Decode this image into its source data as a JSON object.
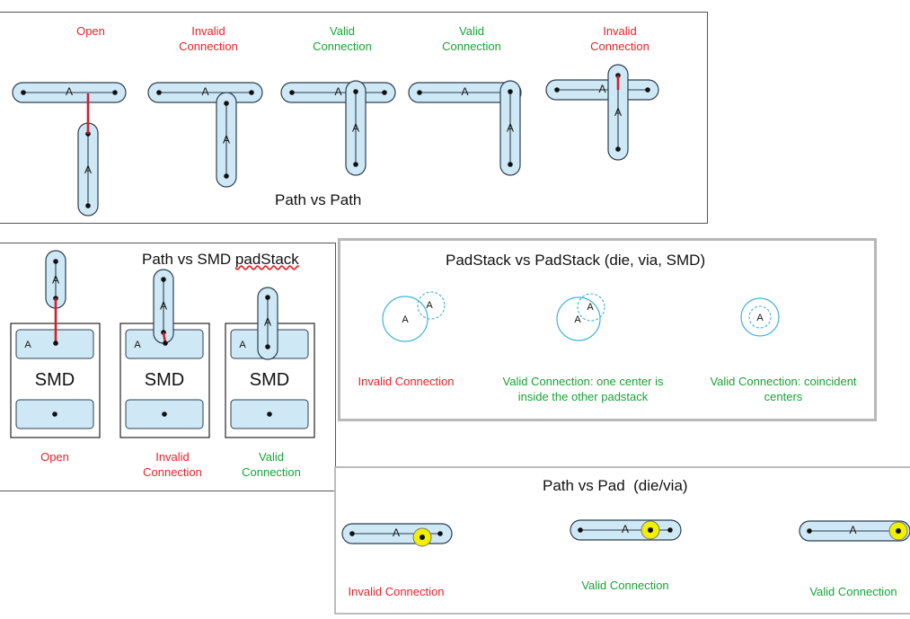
{
  "colors": {
    "path_fill": "#cfe8f5",
    "path_stroke": "#2c3e50",
    "pad_yellow": "#f0f000",
    "invalid": "#e3242b",
    "valid": "#18a336",
    "padstack_circle": "#3eb4d8",
    "connector": "#d0202a"
  },
  "node_label": "A",
  "path_vs_path": {
    "title": "Path vs Path",
    "captions": [
      {
        "line1": "Open",
        "line2": "",
        "status": "invalid"
      },
      {
        "line1": "Invalid",
        "line2": "Connection",
        "status": "invalid"
      },
      {
        "line1": "Valid",
        "line2": "Connection",
        "status": "valid"
      },
      {
        "line1": "Valid",
        "line2": "Connection",
        "status": "valid"
      },
      {
        "line1": "Invalid",
        "line2": "Connection",
        "status": "invalid"
      }
    ]
  },
  "path_vs_smd": {
    "title_prefix": "Path vs SMD ",
    "title_word": "padStack",
    "smd_label": "SMD",
    "captions": [
      {
        "line1": "Open",
        "line2": "",
        "status": "invalid"
      },
      {
        "line1": "Invalid",
        "line2": "Connection",
        "status": "invalid"
      },
      {
        "line1": "Valid",
        "line2": "Connection",
        "status": "valid"
      }
    ]
  },
  "padstack_vs_padstack": {
    "title": "PadStack vs PadStack (die, via, SMD)",
    "captions": [
      {
        "line1": "Invalid Connection",
        "line2": "",
        "status": "invalid"
      },
      {
        "line1": "Valid Connection: one center is",
        "line2": "inside the other padstack",
        "status": "valid"
      },
      {
        "line1": "Valid Connection: coincident",
        "line2": "centers",
        "status": "valid"
      }
    ]
  },
  "path_vs_pad": {
    "title": "Path vs Pad  (die/via)",
    "captions": [
      {
        "line1": "Invalid Connection",
        "status": "invalid"
      },
      {
        "line1": "Valid Connection",
        "status": "valid"
      },
      {
        "line1": "Valid Connection",
        "status": "valid"
      }
    ]
  }
}
